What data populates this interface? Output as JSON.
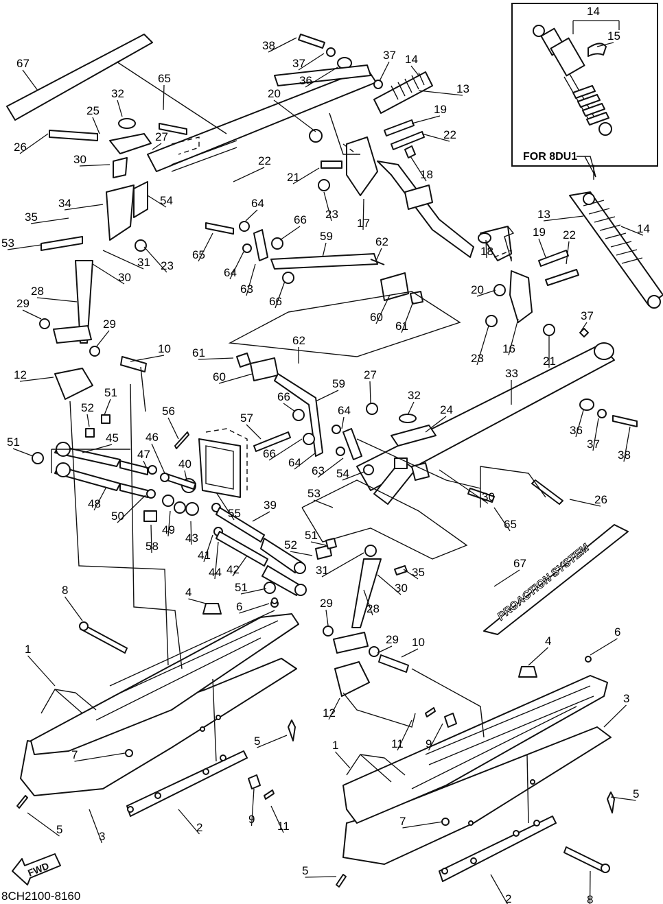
{
  "inset": {
    "label": "FOR 8DU1"
  },
  "drawing_number": "8CH2100-8160",
  "forward_marker": "FWD",
  "decal_text": "PROACTION SYSTEM",
  "callouts": [
    {
      "id": "c67a",
      "text": "67"
    },
    {
      "id": "c65a",
      "text": "65"
    },
    {
      "id": "c32a",
      "text": "32"
    },
    {
      "id": "c25",
      "text": "25"
    },
    {
      "id": "c27a",
      "text": "27"
    },
    {
      "id": "c26a",
      "text": "26"
    },
    {
      "id": "c30a",
      "text": "30"
    },
    {
      "id": "c38a",
      "text": "38"
    },
    {
      "id": "c37a",
      "text": "37"
    },
    {
      "id": "c36a",
      "text": "36"
    },
    {
      "id": "c37b",
      "text": "37"
    },
    {
      "id": "c14a",
      "text": "14"
    },
    {
      "id": "c13a",
      "text": "13"
    },
    {
      "id": "c20a",
      "text": "20"
    },
    {
      "id": "c19a",
      "text": "19"
    },
    {
      "id": "c22a",
      "text": "22"
    },
    {
      "id": "c22b",
      "text": "22"
    },
    {
      "id": "c21a",
      "text": "21"
    },
    {
      "id": "c18a",
      "text": "18"
    },
    {
      "id": "c23a",
      "text": "23"
    },
    {
      "id": "c17",
      "text": "17"
    },
    {
      "id": "c34",
      "text": "34"
    },
    {
      "id": "c54a",
      "text": "54"
    },
    {
      "id": "c64a",
      "text": "64"
    },
    {
      "id": "c66a",
      "text": "66"
    },
    {
      "id": "c35a",
      "text": "35"
    },
    {
      "id": "c53a",
      "text": "53"
    },
    {
      "id": "c31a",
      "text": "31"
    },
    {
      "id": "c30b",
      "text": "30"
    },
    {
      "id": "c23b",
      "text": "23"
    },
    {
      "id": "c65b",
      "text": "65"
    },
    {
      "id": "c64b",
      "text": "64"
    },
    {
      "id": "c63a",
      "text": "63"
    },
    {
      "id": "c59a",
      "text": "59"
    },
    {
      "id": "c62a",
      "text": "62"
    },
    {
      "id": "c66b",
      "text": "66"
    },
    {
      "id": "c28a",
      "text": "28"
    },
    {
      "id": "c29a",
      "text": "29"
    },
    {
      "id": "c29b",
      "text": "29"
    },
    {
      "id": "c60a",
      "text": "60"
    },
    {
      "id": "c61a",
      "text": "61"
    },
    {
      "id": "c10a",
      "text": "10"
    },
    {
      "id": "c12a",
      "text": "12"
    },
    {
      "id": "c14b",
      "text": "14"
    },
    {
      "id": "c15",
      "text": "15"
    },
    {
      "id": "c13b",
      "text": "13"
    },
    {
      "id": "c14c",
      "text": "14"
    },
    {
      "id": "c19b",
      "text": "19"
    },
    {
      "id": "c22c",
      "text": "22"
    },
    {
      "id": "c18b",
      "text": "18"
    },
    {
      "id": "c20b",
      "text": "20"
    },
    {
      "id": "c23c",
      "text": "23"
    },
    {
      "id": "c16",
      "text": "16"
    },
    {
      "id": "c21b",
      "text": "21"
    },
    {
      "id": "c37c",
      "text": "37"
    },
    {
      "id": "c61b",
      "text": "61"
    },
    {
      "id": "c62b",
      "text": "62"
    },
    {
      "id": "c60b",
      "text": "60"
    },
    {
      "id": "c59b",
      "text": "59"
    },
    {
      "id": "c27b",
      "text": "27"
    },
    {
      "id": "c32b",
      "text": "32"
    },
    {
      "id": "c24",
      "text": "24"
    },
    {
      "id": "c33",
      "text": "33"
    },
    {
      "id": "c51a",
      "text": "51"
    },
    {
      "id": "c52a",
      "text": "52"
    },
    {
      "id": "c56",
      "text": "56"
    },
    {
      "id": "c57",
      "text": "57"
    },
    {
      "id": "c66c",
      "text": "66"
    },
    {
      "id": "c64c",
      "text": "64"
    },
    {
      "id": "c66d",
      "text": "66"
    },
    {
      "id": "c36b",
      "text": "36"
    },
    {
      "id": "c37d",
      "text": "37"
    },
    {
      "id": "c38b",
      "text": "38"
    },
    {
      "id": "c51b",
      "text": "51"
    },
    {
      "id": "c45",
      "text": "45"
    },
    {
      "id": "c46",
      "text": "46"
    },
    {
      "id": "c47",
      "text": "47"
    },
    {
      "id": "c40",
      "text": "40"
    },
    {
      "id": "c64d",
      "text": "64"
    },
    {
      "id": "c63b",
      "text": "63"
    },
    {
      "id": "c54b",
      "text": "54"
    },
    {
      "id": "c30c",
      "text": "30"
    },
    {
      "id": "c26b",
      "text": "26"
    },
    {
      "id": "c48",
      "text": "48"
    },
    {
      "id": "c50",
      "text": "50"
    },
    {
      "id": "c55",
      "text": "55"
    },
    {
      "id": "c39",
      "text": "39"
    },
    {
      "id": "c53b",
      "text": "53"
    },
    {
      "id": "c65c",
      "text": "65"
    },
    {
      "id": "c49",
      "text": "49"
    },
    {
      "id": "c43",
      "text": "43"
    },
    {
      "id": "c58",
      "text": "58"
    },
    {
      "id": "c41",
      "text": "41"
    },
    {
      "id": "c44",
      "text": "44"
    },
    {
      "id": "c42",
      "text": "42"
    },
    {
      "id": "c51c",
      "text": "51"
    },
    {
      "id": "c52b",
      "text": "52"
    },
    {
      "id": "c31b",
      "text": "31"
    },
    {
      "id": "c35b",
      "text": "35"
    },
    {
      "id": "c67b",
      "text": "67"
    },
    {
      "id": "c51d",
      "text": "51"
    },
    {
      "id": "c30d",
      "text": "30"
    },
    {
      "id": "c8a",
      "text": "8"
    },
    {
      "id": "c4a",
      "text": "4"
    },
    {
      "id": "c6a",
      "text": "6"
    },
    {
      "id": "c29c",
      "text": "29"
    },
    {
      "id": "c28b",
      "text": "28"
    },
    {
      "id": "c29d",
      "text": "29"
    },
    {
      "id": "c10b",
      "text": "10"
    },
    {
      "id": "c4b",
      "text": "4"
    },
    {
      "id": "c6b",
      "text": "6"
    },
    {
      "id": "c1a",
      "text": "1"
    },
    {
      "id": "c12b",
      "text": "12"
    },
    {
      "id": "c3a",
      "text": "3"
    },
    {
      "id": "c11a",
      "text": "11"
    },
    {
      "id": "c9a",
      "text": "9"
    },
    {
      "id": "c5a",
      "text": "5"
    },
    {
      "id": "c7a",
      "text": "7"
    },
    {
      "id": "c1b",
      "text": "1"
    },
    {
      "id": "c5b",
      "text": "5"
    },
    {
      "id": "c7b",
      "text": "7"
    },
    {
      "id": "c3b",
      "text": "3"
    },
    {
      "id": "c9b",
      "text": "9"
    },
    {
      "id": "c11b",
      "text": "11"
    },
    {
      "id": "c2a",
      "text": "2"
    },
    {
      "id": "c5c",
      "text": "5"
    },
    {
      "id": "c5d",
      "text": "5"
    },
    {
      "id": "c2b",
      "text": "2"
    },
    {
      "id": "c8b",
      "text": "8"
    }
  ]
}
